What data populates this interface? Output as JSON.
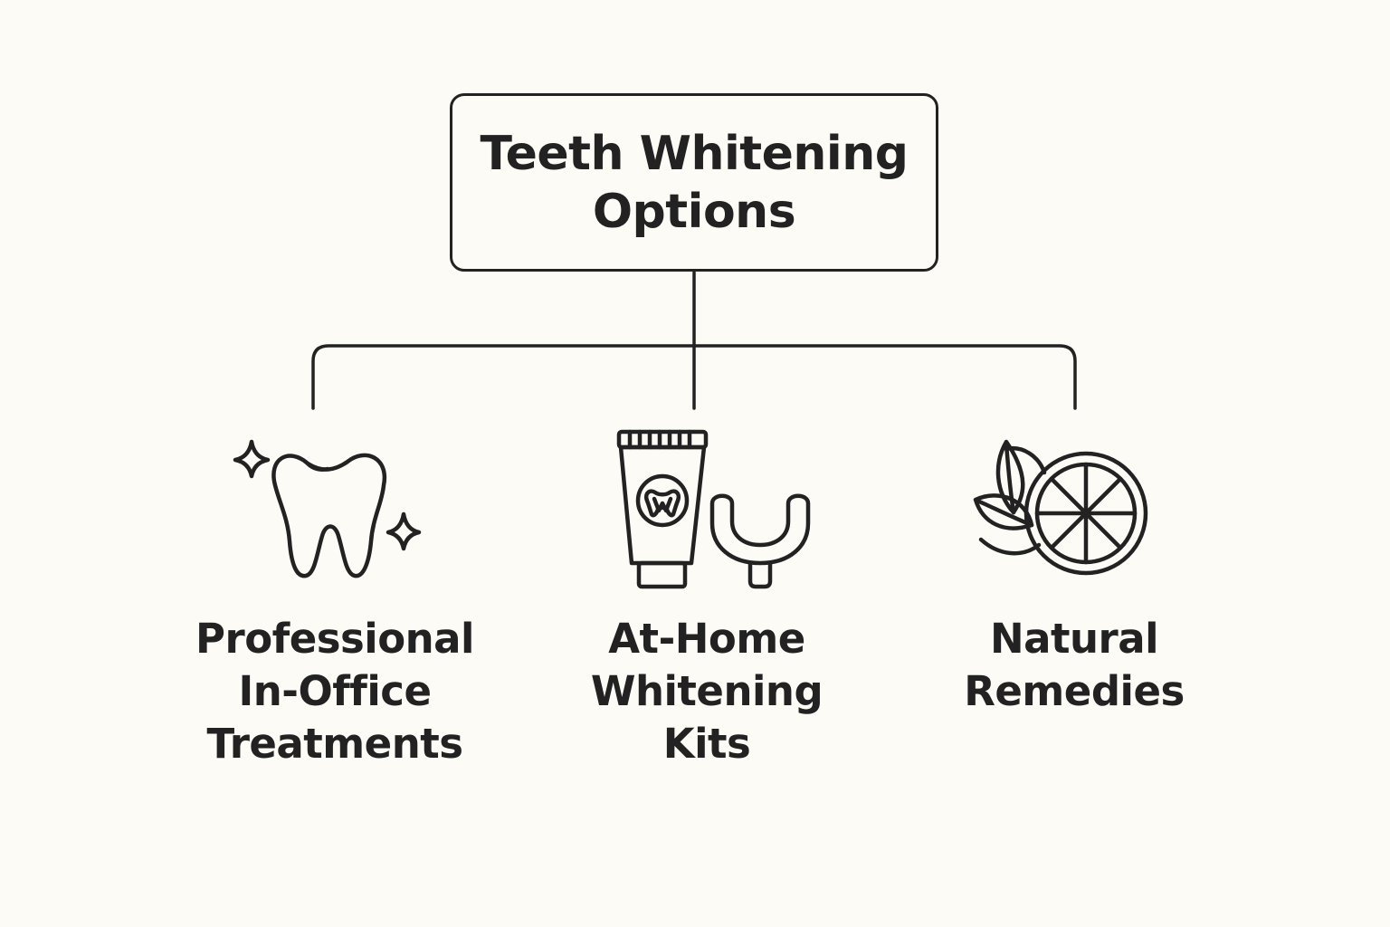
{
  "root": {
    "lines": [
      "Teeth Whitening",
      "Options"
    ]
  },
  "branches": [
    {
      "icon": "sparkling-tooth-icon",
      "lines": [
        "Professional",
        "In-Office",
        "Treatments"
      ]
    },
    {
      "icon": "toothpaste-tube-and-tray-icon",
      "lines": [
        "At-Home",
        "Whitening",
        "Kits"
      ]
    },
    {
      "icon": "citrus-slice-and-leaves-icon",
      "lines": [
        "Natural",
        "Remedies"
      ]
    }
  ],
  "colors": {
    "background": "#fcfbf6",
    "stroke": "#222222",
    "text": "#222222"
  }
}
